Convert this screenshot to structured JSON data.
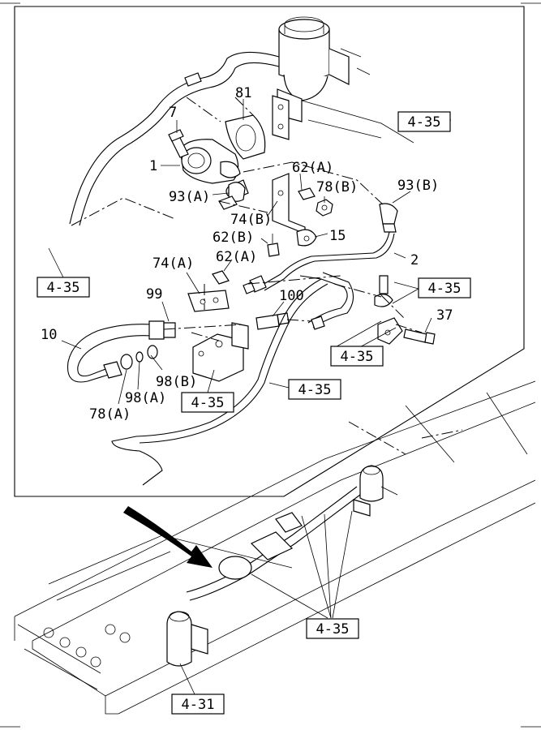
{
  "labels": {
    "l7": "7",
    "l81": "81",
    "l1": "1",
    "l62a_top": "62(A)",
    "l78b": "78(B)",
    "l93b": "93(B)",
    "l93a": "93(A)",
    "l74b": "74(B)",
    "l62b": "62(B)",
    "l15": "15",
    "l2": "2",
    "l74a": "74(A)",
    "l62a_mid": "62(A)",
    "l99": "99",
    "l100": "100",
    "l37": "37",
    "l10": "10",
    "l98b": "98(B)",
    "l98a": "98(A)",
    "l78a": "78(A)"
  },
  "refs": {
    "r1": "4-35",
    "r2": "4-35",
    "r3": "4-35",
    "r4": "4-35",
    "r5": "4-35",
    "r6": "4-35",
    "r7": "4-35",
    "r8": "4-31"
  }
}
